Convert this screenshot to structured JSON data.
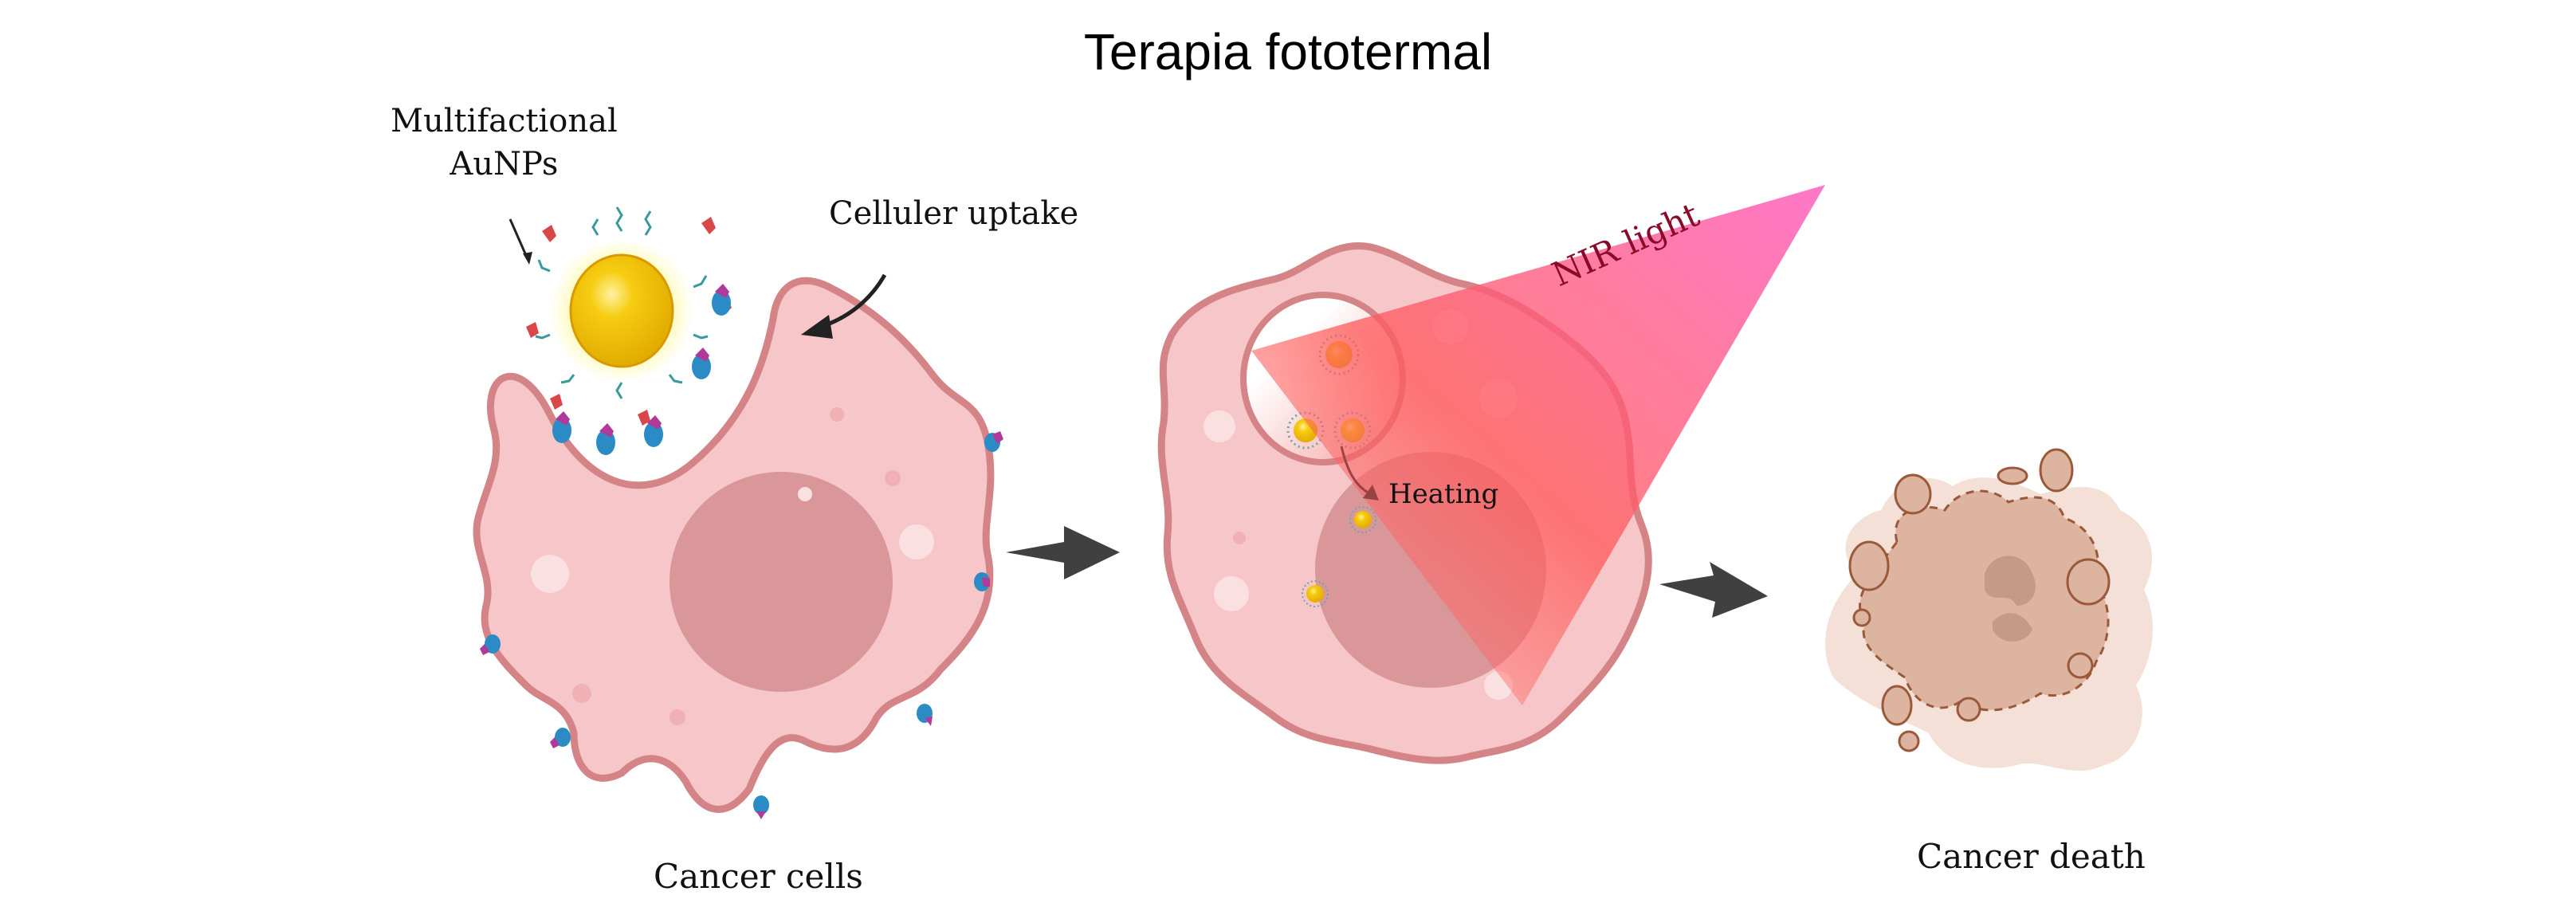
{
  "title": "Terapia fototermal",
  "labels": {
    "nanoparticle": [
      "Multifactional",
      "AuNPs"
    ],
    "uptake": "Celluler uptake",
    "light": "NIR light",
    "heating": "Heating",
    "stage1": "Cancer cells",
    "stage3": "Cancer death"
  },
  "colors": {
    "cell_fill": "#f6c6c8",
    "cell_stroke": "#d48486",
    "nucleus": "#d9979a",
    "gold": "#f2c200",
    "laser_start": "#ff5a5a",
    "laser_end": "#ff5fb0",
    "light_text": "#8a0a2a",
    "arrow": "#404040",
    "dead_cell": "#ddb4a0",
    "dead_stroke": "#9a5a3a",
    "antibody_blue": "#2b8bc4",
    "antigen_purple": "#b03a9a",
    "ligand_red": "#d94848"
  },
  "stages": [
    "nanoparticle-binding",
    "nir-irradiation",
    "cell-death"
  ]
}
